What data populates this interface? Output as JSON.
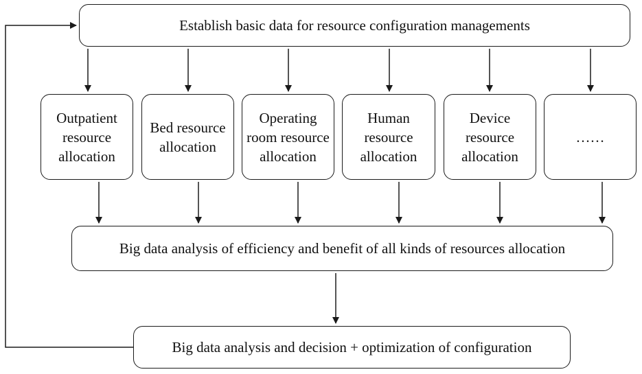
{
  "diagram": {
    "top_box": "Establish basic data for resource configuration managements",
    "resource_boxes": [
      "Outpatient resource allocation",
      "Bed resource allocation",
      "Operating room resource allocation",
      "Human resource allocation",
      "Device resource allocation",
      "……"
    ],
    "middle_box": "Big data analysis of efficiency and benefit of all kinds of resources allocation",
    "bottom_box": "Big data analysis and decision + optimization of configuration"
  },
  "colors": {
    "line": "#1a1a1a",
    "box_border": "#1a1a1a",
    "background": "#ffffff",
    "text": "#111111"
  }
}
